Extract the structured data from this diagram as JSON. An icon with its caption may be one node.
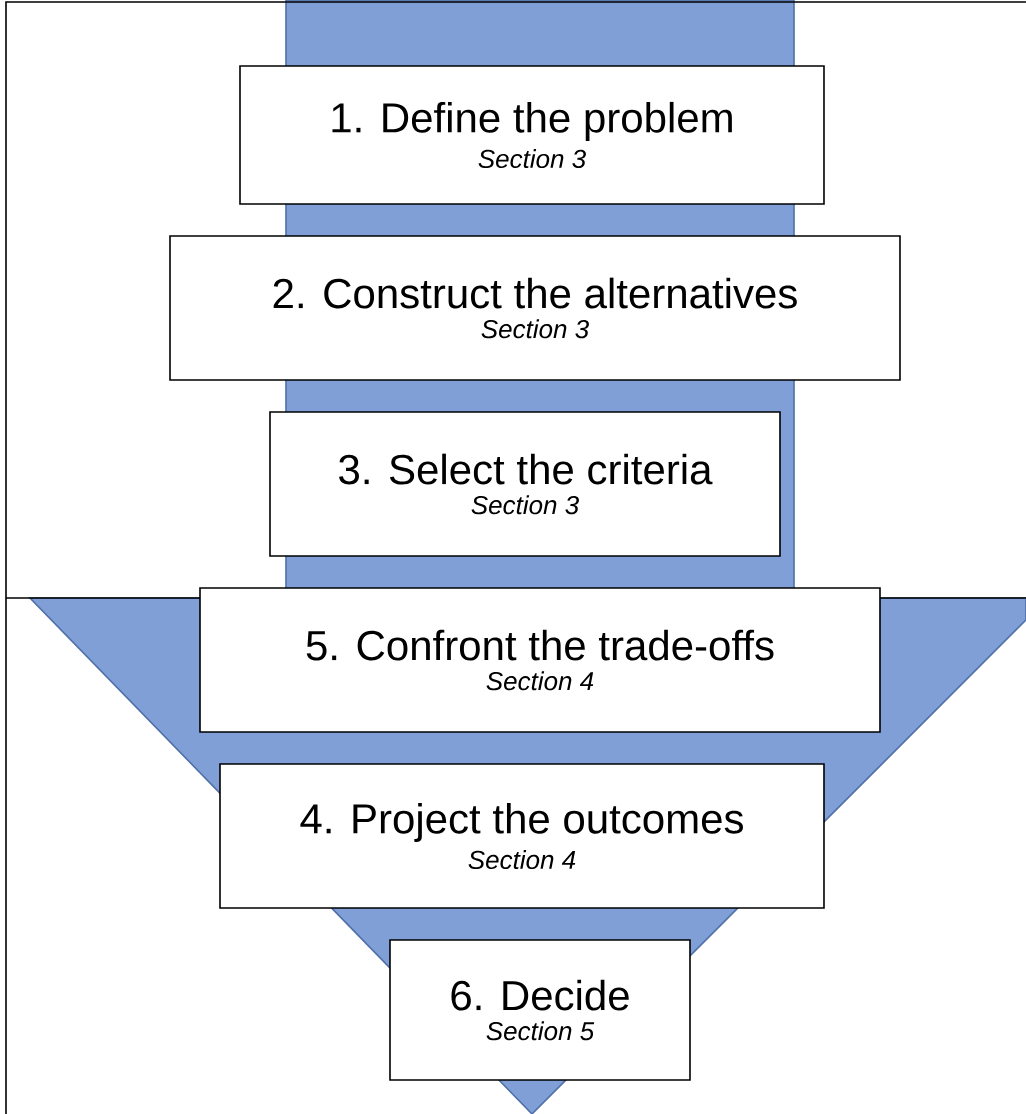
{
  "diagram": {
    "nodes": [
      {
        "text": [
          "1. Define the problem",
          "Section 3"
        ]
      },
      {
        "text": [
          "2. Construct the alternatives",
          "Section 3"
        ]
      },
      {
        "text": [
          "3. Select the criteria",
          "Section 3"
        ]
      },
      {
        "text": [
          "5. Confront the trade-offs",
          "Section 4"
        ]
      },
      {
        "text": [
          "4. Project the outcomes",
          "Section 4"
        ]
      },
      {
        "text": [
          "6. Decide",
          "Section 5"
        ]
      }
    ]
  }
}
